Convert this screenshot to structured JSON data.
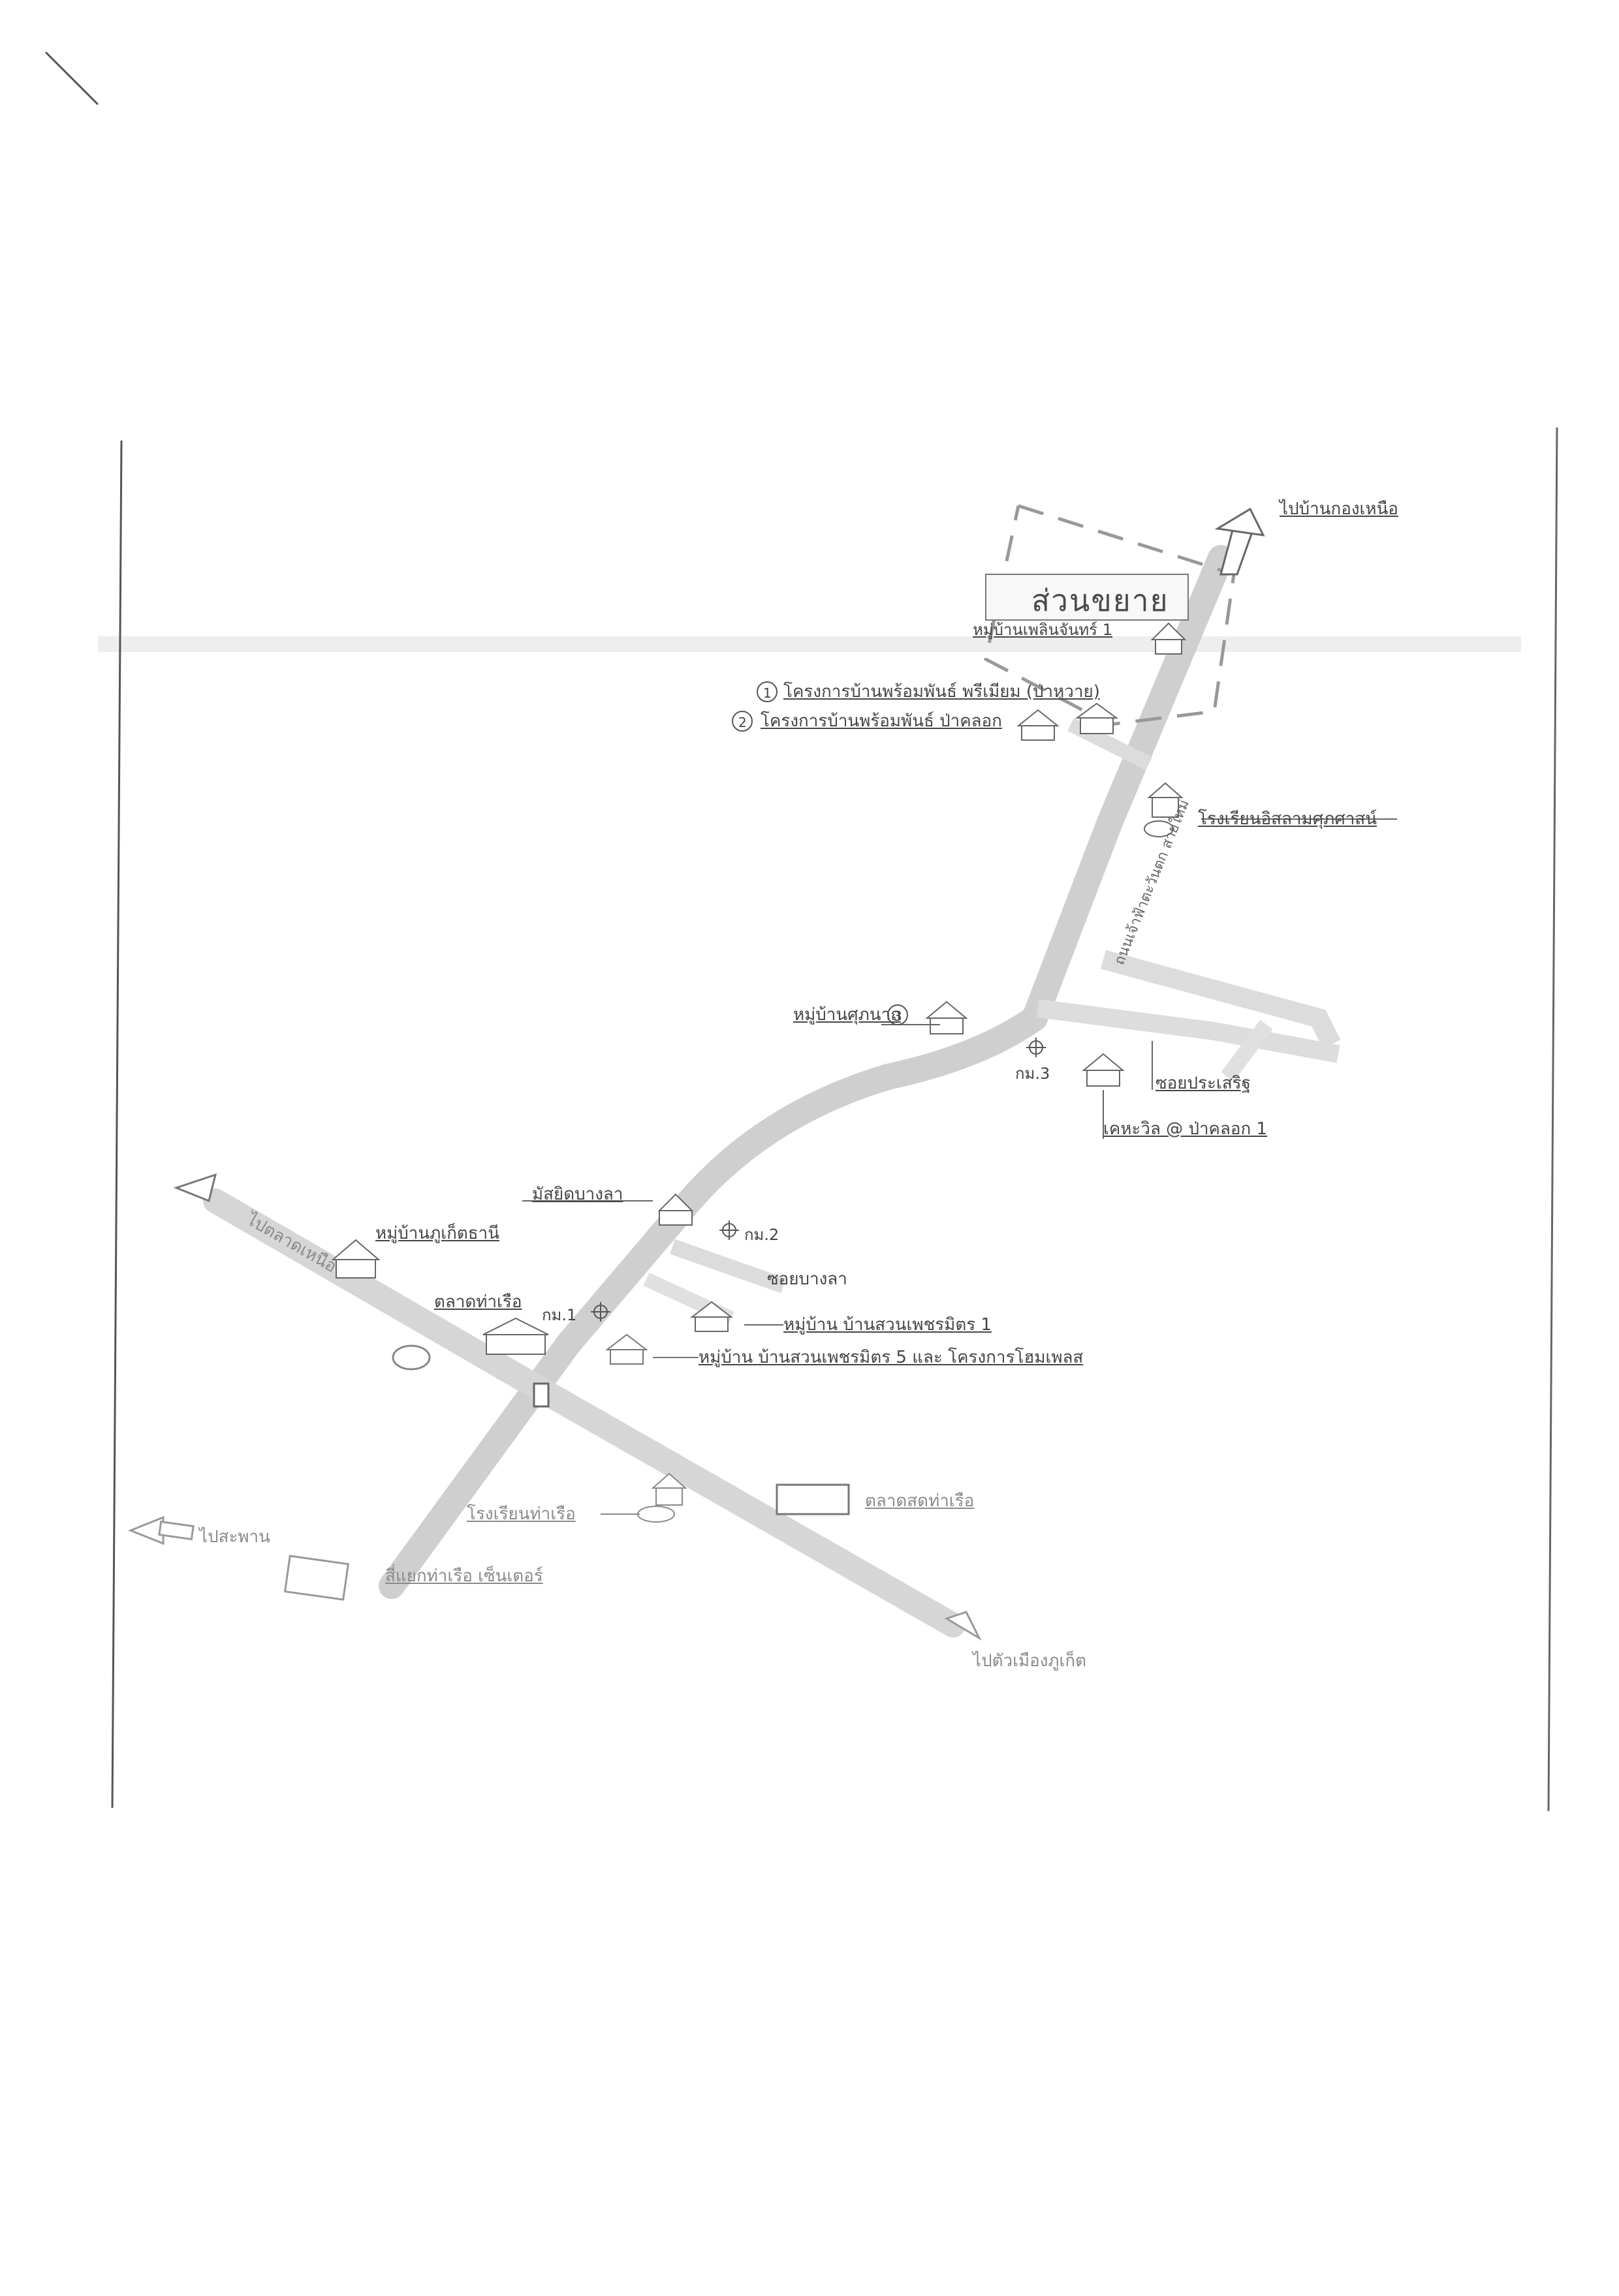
{
  "map": {
    "extension_area": "ส่วนขยาย",
    "destinations": {
      "north": "ไปบ้านกองเหนือ",
      "west_upper": "ไปตลาดเหนือ",
      "west_lower": "ไปสะพาน",
      "southeast": "ไปตัวเมืองภูเก็ต"
    },
    "road_name": "ถนนเจ้าฟ้าตะวันตก สายใหม่",
    "landmarks": {
      "village_1": "หมู่บ้านเพลินจันทร์ 1",
      "project_1": "โครงการบ้านพร้อมพันธ์ พรีเมียม (ป่าหวาย)",
      "project_2": "โครงการบ้านพร้อมพันธ์ ป่าคลอก",
      "school_1": "โรงเรียนอิสลามศุภศาสน์",
      "village_sakhon": "หมู่บ้านศุภนาถ",
      "soi_prasert": "ซอยประเสริฐ",
      "kaewin": "เคหะวิล @ ป่าคลอก 1",
      "mosque": "มัสยิดบางลา",
      "village_phuket": "หมู่บ้านภูเก็ตธานี",
      "market": "ตลาดท่าเรือ",
      "soi_ban": "ซอยบางลา",
      "village_suan_1": "หมู่บ้าน บ้านสวนเพชรมิตร 1",
      "village_suan_5": "หมู่บ้าน บ้านสวนเพชรมิตร 5 และ โครงการโฮมเพลส",
      "school_2": "โรงเรียนท่าเรือ",
      "warehouse": "ตลาดสดท่าเรือ",
      "intersection": "สี่แยกท่าเรือ เซ็นเตอร์"
    },
    "markers": {
      "n1": "1",
      "n2": "2",
      "n3": "3"
    },
    "km": {
      "km1": "กม.1",
      "km2": "กม.2",
      "km3": "กม.3"
    }
  }
}
